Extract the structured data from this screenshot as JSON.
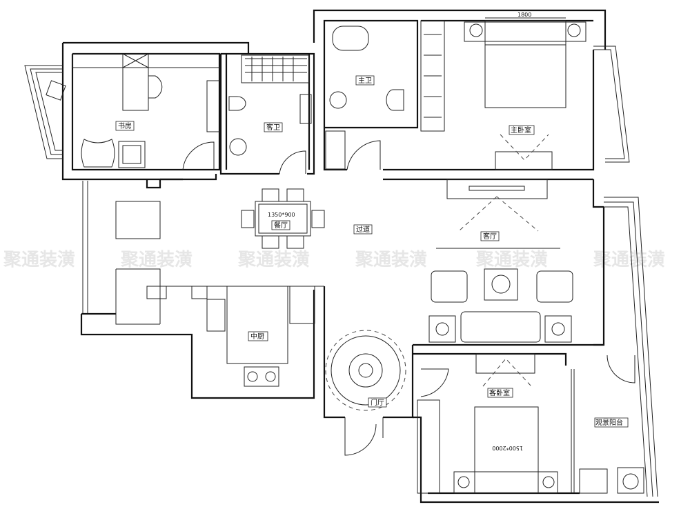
{
  "plan": {
    "rooms": {
      "study": "书房",
      "guest_bath": "客卫",
      "master_bath": "主卫",
      "master_bedroom": "主卧室",
      "dining": "餐厅",
      "corridor": "过道",
      "living": "客厅",
      "kitchen": "中厨",
      "foyer": "门厅",
      "guest_bedroom": "客卧室",
      "view_balcony": "观景阳台"
    },
    "dimensions": {
      "master_bed_width": "1800",
      "guest_bed_size": "1500*2000",
      "dining_table_size": "1350*900"
    },
    "watermark": "聚通装潢"
  }
}
